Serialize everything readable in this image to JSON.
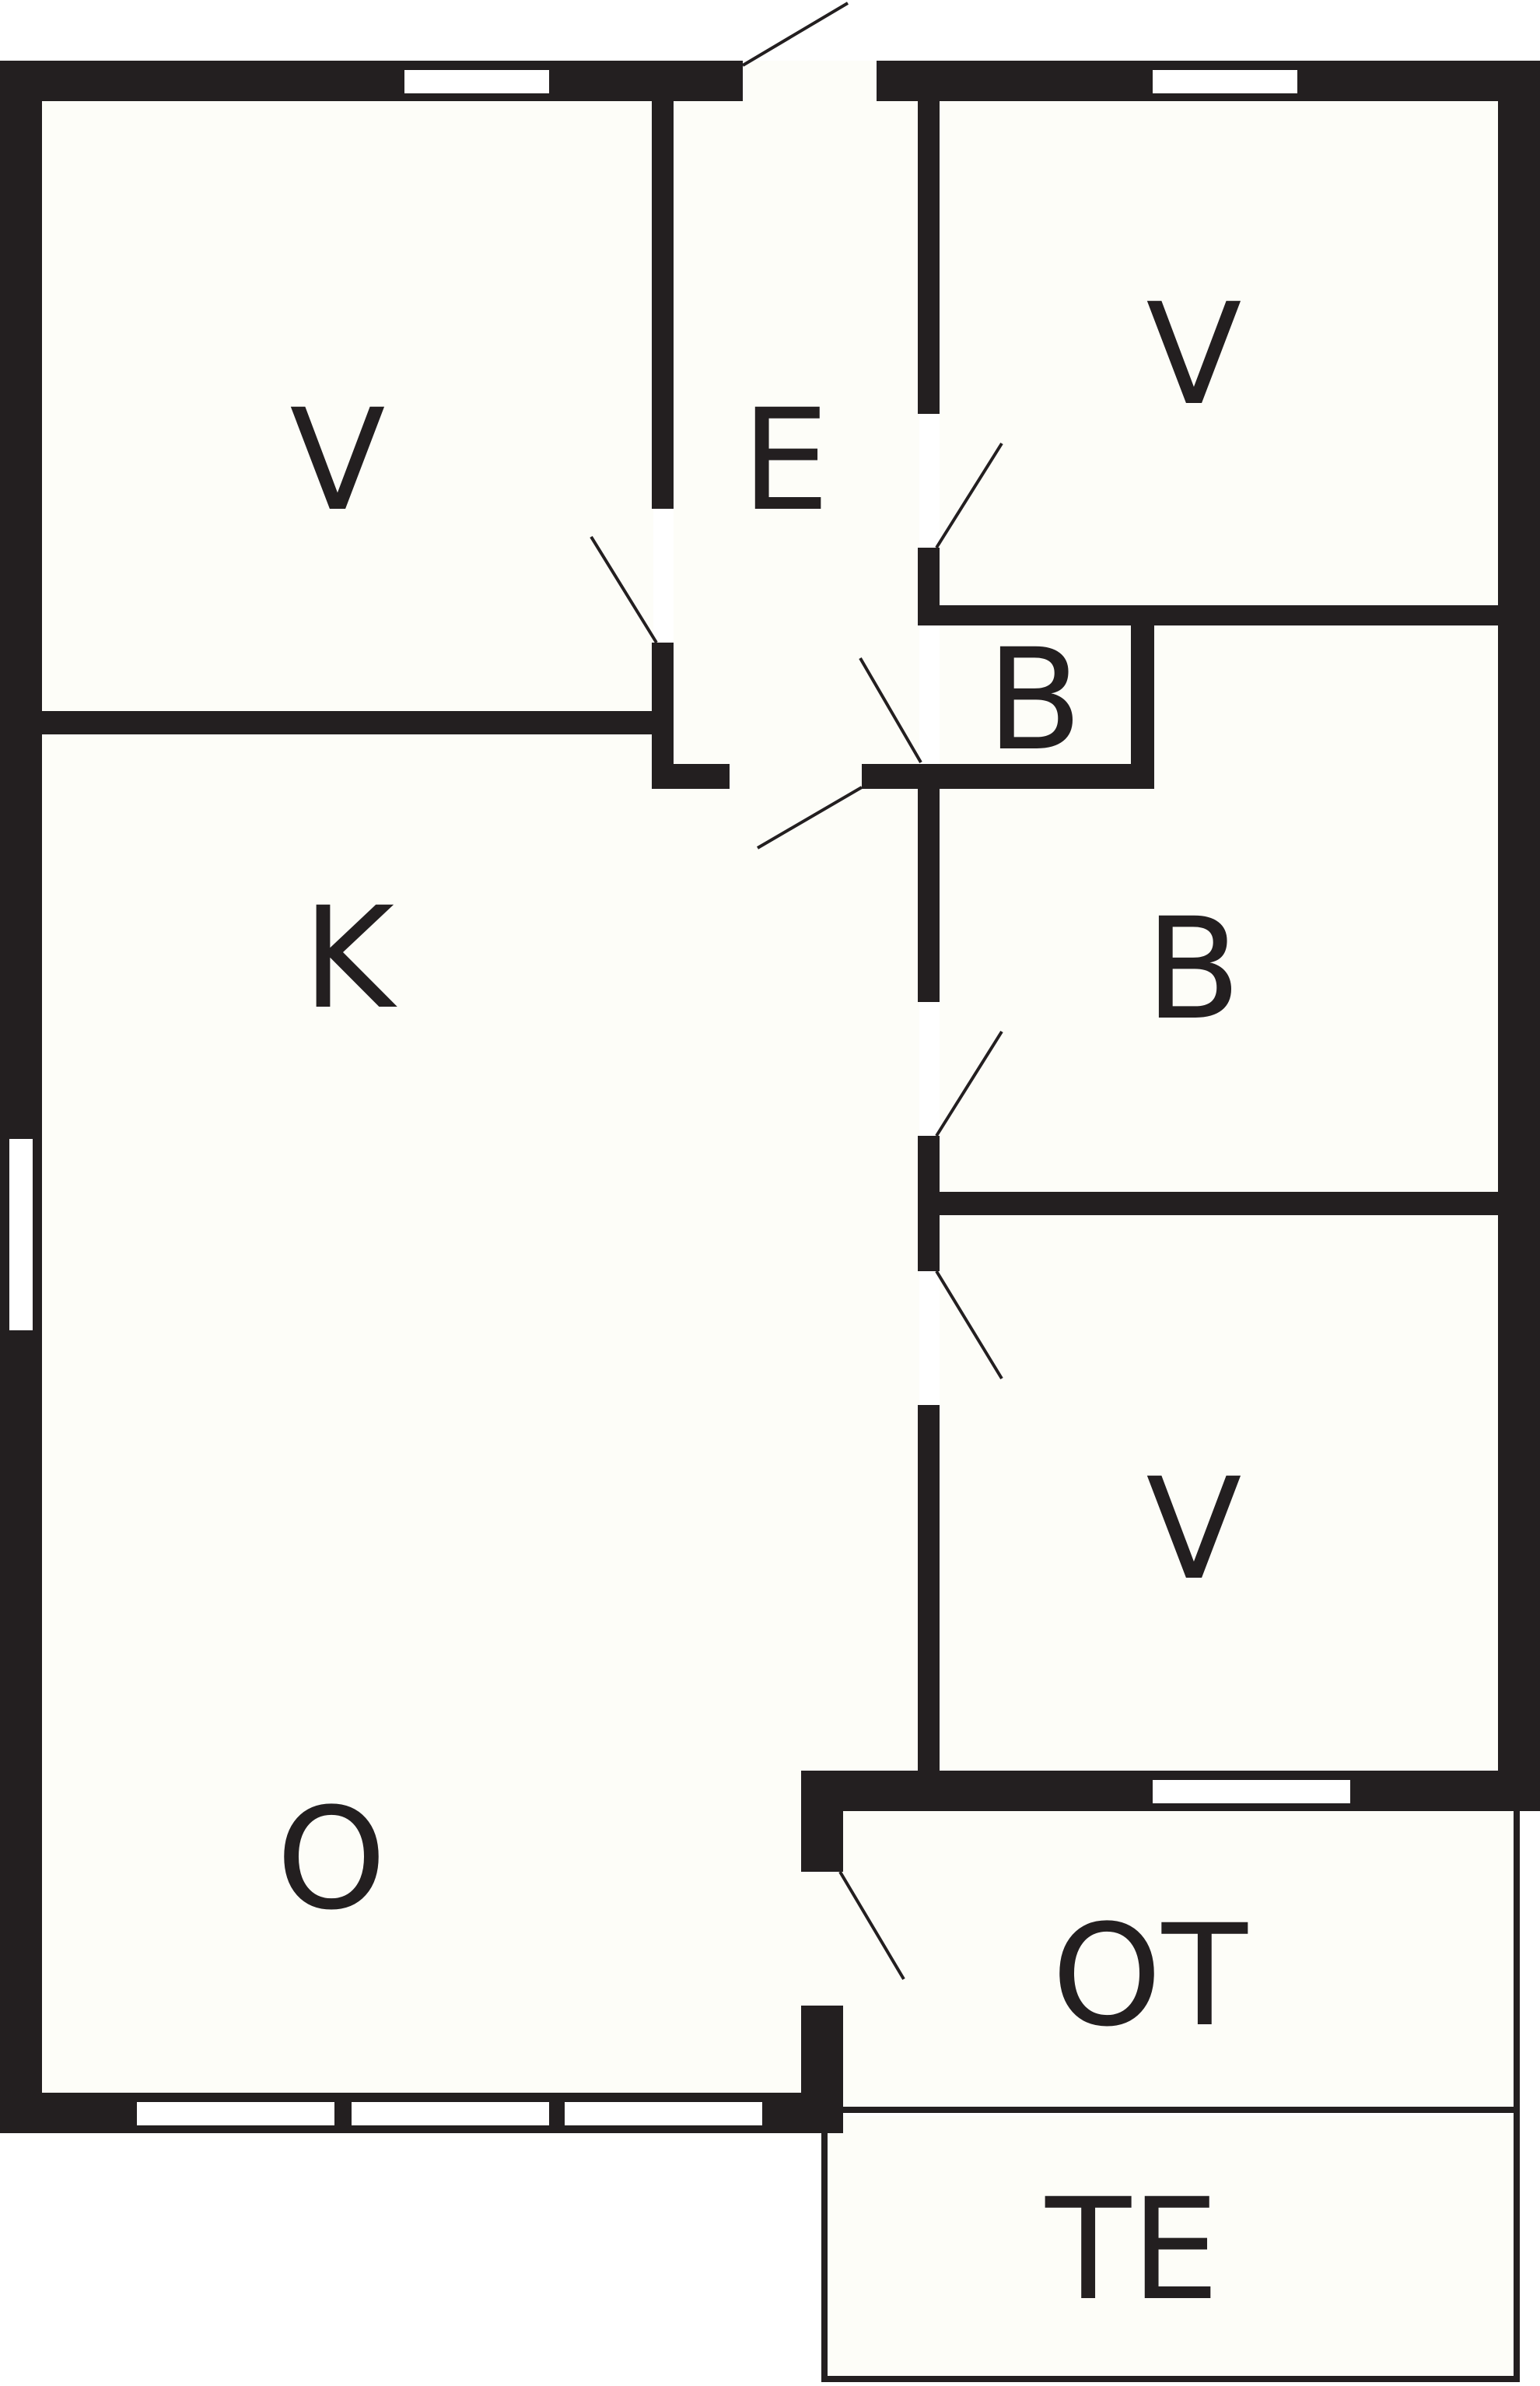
{
  "rooms": {
    "v_top_left": "V",
    "e_hall": "E",
    "v_top_right": "V",
    "b_small": "B",
    "k": "K",
    "b_large": "B",
    "v_bottom_right": "V",
    "o": "O",
    "ot": "OT",
    "te": "TE"
  },
  "colors": {
    "wall": "#231f20",
    "floor": "#fdfdf8",
    "background": "#ffffff"
  }
}
